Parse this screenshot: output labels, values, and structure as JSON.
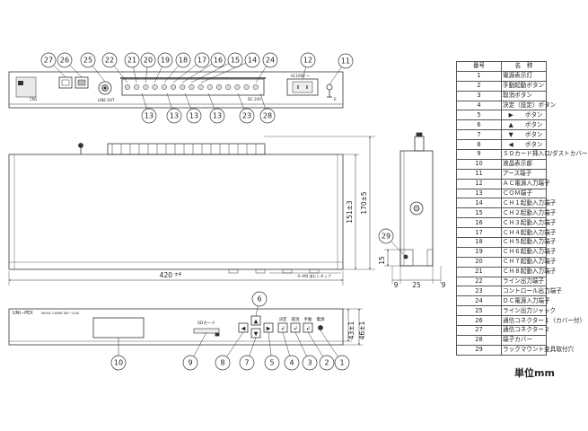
{
  "table": {
    "header": {
      "no": "番号",
      "name": "名　称"
    },
    "rows": [
      {
        "no": "1",
        "name": "電源表示灯"
      },
      {
        "no": "2",
        "name": "手動起動ボタン"
      },
      {
        "no": "3",
        "name": "取消ボタン"
      },
      {
        "no": "4",
        "name": "決定（設定）ボタン"
      },
      {
        "no": "5",
        "name": "　▶　　ボタン"
      },
      {
        "no": "6",
        "name": "　▲　　ボタン"
      },
      {
        "no": "7",
        "name": "　▼　　ボタン"
      },
      {
        "no": "8",
        "name": "　◀　　ボタン"
      },
      {
        "no": "9",
        "name": "ＳＤカード挿入口/ダストカバー"
      },
      {
        "no": "10",
        "name": "液晶表示部"
      },
      {
        "no": "11",
        "name": "アース端子"
      },
      {
        "no": "12",
        "name": "ＡＣ電源入力端子"
      },
      {
        "no": "13",
        "name": "ＣＯＭ端子"
      },
      {
        "no": "14",
        "name": "ＣＨ１起動入力端子"
      },
      {
        "no": "15",
        "name": "ＣＨ２起動入力端子"
      },
      {
        "no": "16",
        "name": "ＣＨ３起動入力端子"
      },
      {
        "no": "17",
        "name": "ＣＨ４起動入力端子"
      },
      {
        "no": "18",
        "name": "ＣＨ５起動入力端子"
      },
      {
        "no": "19",
        "name": "ＣＨ６起動入力端子"
      },
      {
        "no": "20",
        "name": "ＣＨ７起動入力端子"
      },
      {
        "no": "21",
        "name": "ＣＨ８起動入力端子"
      },
      {
        "no": "22",
        "name": "ライン出力端子"
      },
      {
        "no": "23",
        "name": "コントロール出力端子"
      },
      {
        "no": "24",
        "name": "ＤＣ電源入力端子"
      },
      {
        "no": "25",
        "name": "ライン出力ジャック"
      },
      {
        "no": "26",
        "name": "通信コネクター１（カバー付）"
      },
      {
        "no": "27",
        "name": "通信コネクター２"
      },
      {
        "no": "28",
        "name": "端子カバー"
      },
      {
        "no": "29",
        "name": "ラックマウント金具取付穴"
      }
    ]
  },
  "unit_label": "単位mm",
  "dimensions": {
    "width": "420",
    "width_tol": "±4",
    "depth": "151",
    "depth_tol": "±3",
    "depth_total": "170",
    "depth_total_tol": "±5",
    "side_left": "9",
    "side_mid": "25",
    "side_right": "9",
    "side_height": "15",
    "front_height": "43",
    "front_height_tol": "±1",
    "front_total": "46",
    "front_total_tol": "±1"
  },
  "rear_view": {
    "top_callouts": [
      "27",
      "26",
      "25",
      "22",
      "21",
      "20",
      "19",
      "18",
      "17",
      "16",
      "15",
      "14",
      "24",
      "12",
      "11"
    ],
    "bottom_callouts": [
      "13",
      "13",
      "13",
      "13",
      "23",
      "28"
    ],
    "labels": {
      "ac_outlet": "AC100V ～",
      "line_out": "LINE OUT",
      "dc_in": "DC 24V",
      "connector_small": "CN1",
      "earth": "E"
    }
  },
  "side_view": {
    "callout": "29"
  },
  "top_view": {
    "mount_note": "4−M4 皿ヒレタップ"
  },
  "front_view": {
    "brand": "UNI−PEX",
    "model": "MUSIC CHIME MZ−114S",
    "sd_label": "SDカード",
    "button_labels": {
      "enter": "決定",
      "cancel": "取消",
      "manual": "手動",
      "power": "電源"
    },
    "callouts": [
      "10",
      "9",
      "8",
      "7",
      "6",
      "5",
      "4",
      "3",
      "2",
      "1"
    ]
  },
  "colors": {
    "line": "#333333",
    "text": "#222222",
    "background": "#ffffff"
  }
}
